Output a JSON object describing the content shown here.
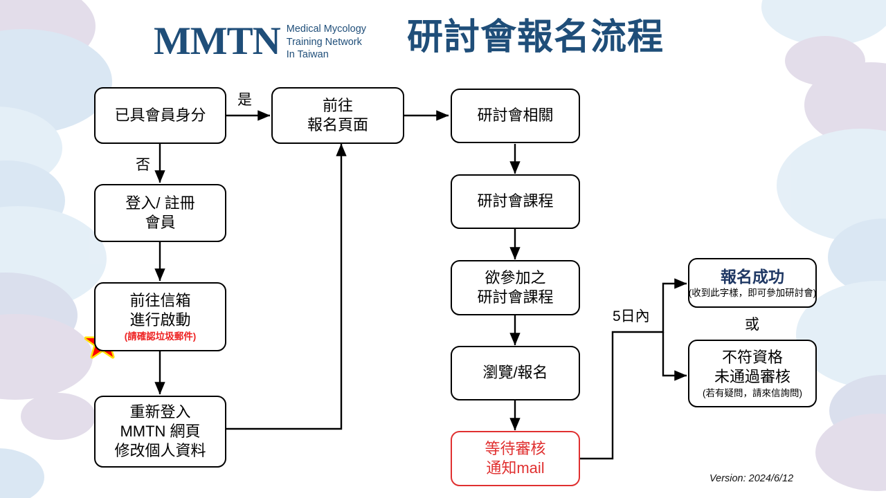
{
  "page": {
    "title": "研討會報名流程",
    "version_label": "Version: 2024/6/12",
    "background_color": "#ffffff",
    "brand_color": "#1f4e79",
    "alert_color": "#ee2222",
    "red_node_color": "#e03030",
    "success_text_color": "#1f3864"
  },
  "logo": {
    "mark": "MMTN",
    "line1": "Medical Mycology",
    "line2": "Training Network",
    "line3": "In Taiwan"
  },
  "nodes": {
    "member_check": {
      "line1": "已具會員身分"
    },
    "goto_signup": {
      "line1": "前往",
      "line2": "報名頁面"
    },
    "seminar_info": {
      "line1": "研討會相關"
    },
    "login_register": {
      "line1": "登入/ 註冊",
      "line2": "會員"
    },
    "seminar_courses": {
      "line1": "研討會課程"
    },
    "goto_mailbox": {
      "line1": "前往信箱",
      "line2": "進行啟動",
      "note": "(請確認垃圾郵件)"
    },
    "desired_courses": {
      "line1": "欲參加之",
      "line2": "研討會課程"
    },
    "success": {
      "line1": "報名成功",
      "note": "(收到此字樣，即可參加研討會)"
    },
    "browse_signup": {
      "line1": "瀏覽/報名"
    },
    "rejected": {
      "line1": "不符資格",
      "line2": "未通過審核",
      "note": "(若有疑問，請來信詢問)"
    },
    "relogin": {
      "line1": "重新登入",
      "line2": "MMTN 網頁",
      "line3": "修改個人資料"
    },
    "waiting_review": {
      "line1": "等待審核",
      "line2": "通知mail"
    }
  },
  "edge_labels": {
    "yes": "是",
    "no": "否",
    "within_5_days": "5日內",
    "or": "或"
  }
}
